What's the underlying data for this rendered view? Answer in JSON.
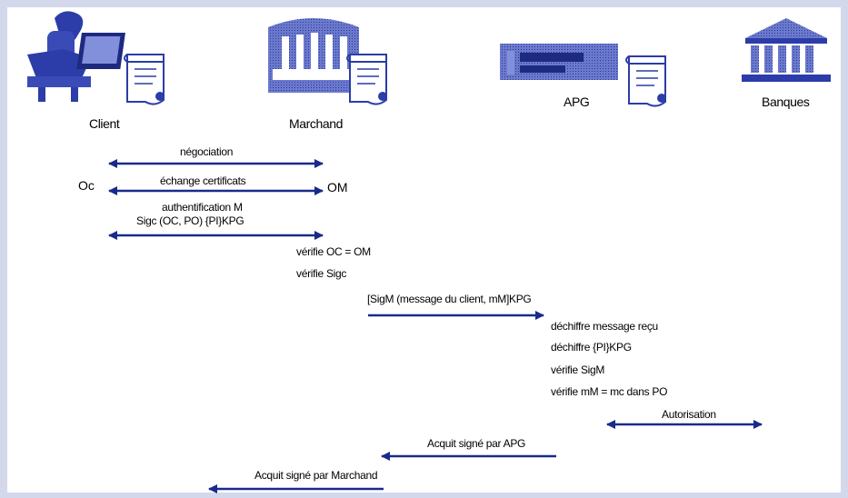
{
  "actors": {
    "client": "Client",
    "marchand": "Marchand",
    "apg": "APG",
    "banques": "Banques"
  },
  "symbols": {
    "oc": "Oc",
    "om": "OM"
  },
  "messages": {
    "negociation": "négociation",
    "echange": "échange certificats",
    "authentification": "authentification M",
    "signature": "Sigc (OC, PO) {PI}KPG"
  },
  "notes_marchand": {
    "verifie_o": "vérifie OC = OM",
    "verifie_sig": "vérifie Sigc"
  },
  "messages2": {
    "to_apg": "[SigM (message du client, mM]KPG"
  },
  "notes_apg": {
    "line1": "déchiffre message reçu",
    "line2": "déchiffre {PI}KPG",
    "line3": "vérifie SigM",
    "line4": "vérifie mM = mc dans PO"
  },
  "messages3": {
    "autorisation": "Autorisation",
    "acquit_apg": "Acquit signé par APG",
    "acquit_marchand": "Acquit signé par Marchand"
  },
  "colors": {
    "arrow": "#1a2a8c",
    "figure": "#3a4bb8",
    "frame": "#d4d8ec"
  }
}
